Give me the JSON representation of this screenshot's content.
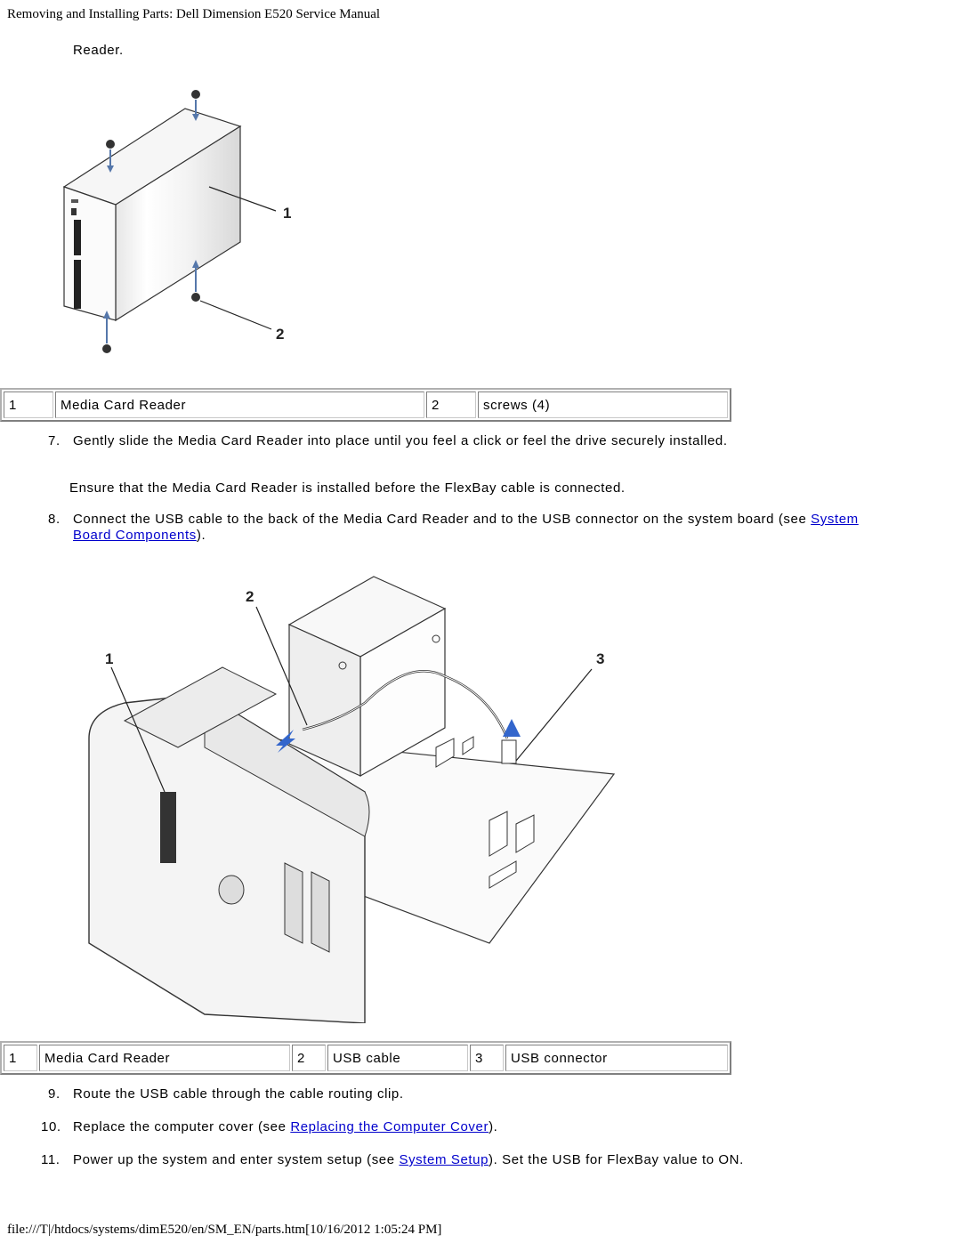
{
  "header": {
    "title": "Removing and Installing Parts: Dell Dimension E520 Service Manual"
  },
  "intro": {
    "text": "Reader."
  },
  "figure1": {
    "callouts": [
      "1",
      "2"
    ]
  },
  "legend1": [
    {
      "num": "1",
      "label": "Media Card Reader"
    },
    {
      "num": "2",
      "label": "screws (4)"
    }
  ],
  "steps": {
    "s7": {
      "num": "7.",
      "text": "Gently slide the Media Card Reader into place until you feel a click or feel the drive securely installed."
    },
    "note": "Ensure that the Media Card Reader is installed before the FlexBay cable is connected.",
    "s8": {
      "num": "8.",
      "text_before": "Connect the USB cable to the back of the Media Card Reader and to the USB connector on the system board (see ",
      "link": "System Board Components",
      "text_after": ")."
    },
    "s9": {
      "num": "9.",
      "text": "Route the USB cable through the cable routing clip."
    },
    "s10": {
      "num": "10.",
      "text_before": "Replace the computer cover (see ",
      "link": "Replacing the Computer Cover",
      "text_after": ")."
    },
    "s11": {
      "num": "11.",
      "text_before": "Power up the system and enter system setup (see ",
      "link": "System Setup",
      "text_after": "). Set the USB for FlexBay value to ON."
    }
  },
  "figure2": {
    "callouts": [
      "1",
      "2",
      "3"
    ]
  },
  "legend2": [
    {
      "num": "1",
      "label": "Media Card Reader"
    },
    {
      "num": "2",
      "label": "USB cable"
    },
    {
      "num": "3",
      "label": "USB connector"
    }
  ],
  "footer": {
    "text": "file:///T|/htdocs/systems/dimE520/en/SM_EN/parts.htm[10/16/2012 1:05:24 PM]"
  }
}
